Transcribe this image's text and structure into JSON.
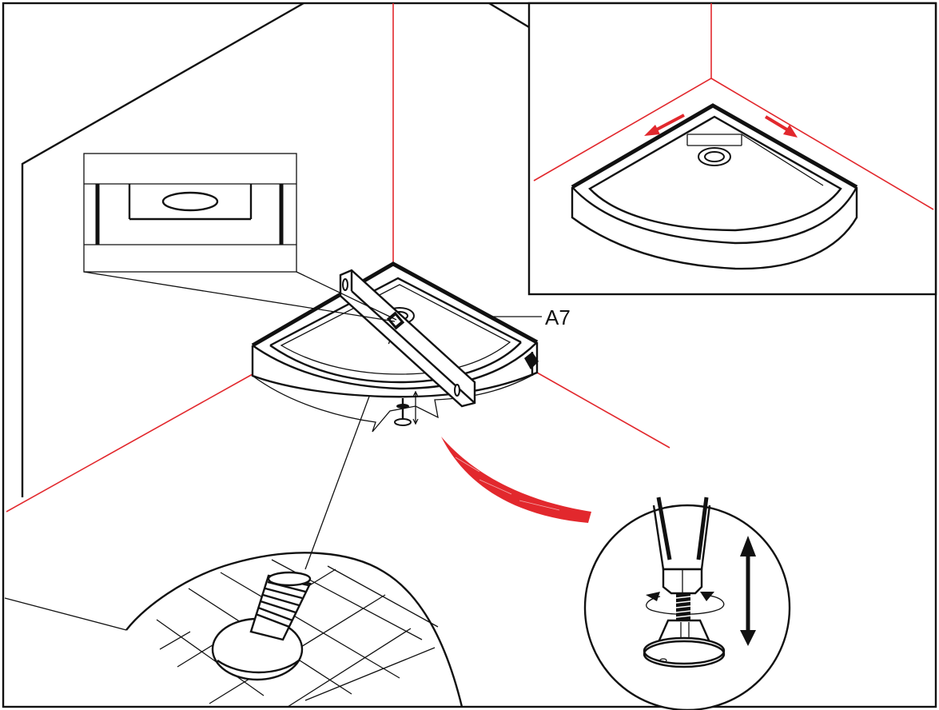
{
  "labels": {
    "part_label": "A7"
  },
  "colors": {
    "ink": "#111111",
    "accent_red": "#e2282d",
    "background": "#ffffff"
  },
  "views": {
    "main": "corner-shower-tray-leveling",
    "inset_top_right": "tray-placement-in-corner",
    "inset_top_left": "spirit-level-bubble-closeup",
    "inset_bottom_right": "adjustable-foot-closeup"
  }
}
